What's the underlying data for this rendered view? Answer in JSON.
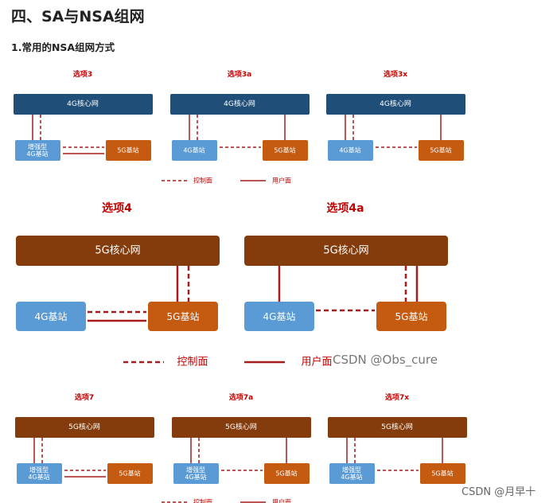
{
  "heading": "四、SA与NSA组网",
  "subheading": "1.常用的NSA组网方式",
  "colors": {
    "blue_core": "#1f4e79",
    "blue_node": "#5b9bd5",
    "brown_core": "#843c0c",
    "orange_node": "#c55a11",
    "line_red": "#a61c1c",
    "label_red": "#c00000"
  },
  "top_row": {
    "options": [
      {
        "title": "选项3",
        "core": "4G核心网",
        "left_node": "增强型\n4G基站",
        "right_node": "5G基站"
      },
      {
        "title": "选项3a",
        "core": "4G核心网",
        "left_node": "4G基站",
        "right_node": "5G基站"
      },
      {
        "title": "选项3x",
        "core": "4G核心网",
        "left_node": "4G基站",
        "right_node": "5G基站"
      }
    ],
    "legend": {
      "control": "控制面",
      "user": "用户面"
    }
  },
  "middle_row": {
    "options": [
      {
        "title": "选项4",
        "core": "5G核心网",
        "left_node": "4G基站",
        "right_node": "5G基站"
      },
      {
        "title": "选项4a",
        "core": "5G核心网",
        "left_node": "4G基站",
        "right_node": "5G基站"
      }
    ],
    "legend": {
      "control": "控制面",
      "user": "用户面"
    }
  },
  "bottom_row": {
    "options": [
      {
        "title": "选项7",
        "core": "5G核心网",
        "left_node": "增强型\n4G基站",
        "right_node": "5G基站"
      },
      {
        "title": "选项7a",
        "core": "5G核心网",
        "left_node": "增强型\n4G基站",
        "right_node": "5G基站"
      },
      {
        "title": "选项7x",
        "core": "5G核心网",
        "left_node": "增强型\n4G基站",
        "right_node": "5G基站"
      }
    ],
    "legend": {
      "control": "控制面",
      "user": "用户面"
    }
  },
  "watermarks": {
    "middle": "CSDN @Obs_cure",
    "corner": "CSDN @月早十"
  }
}
